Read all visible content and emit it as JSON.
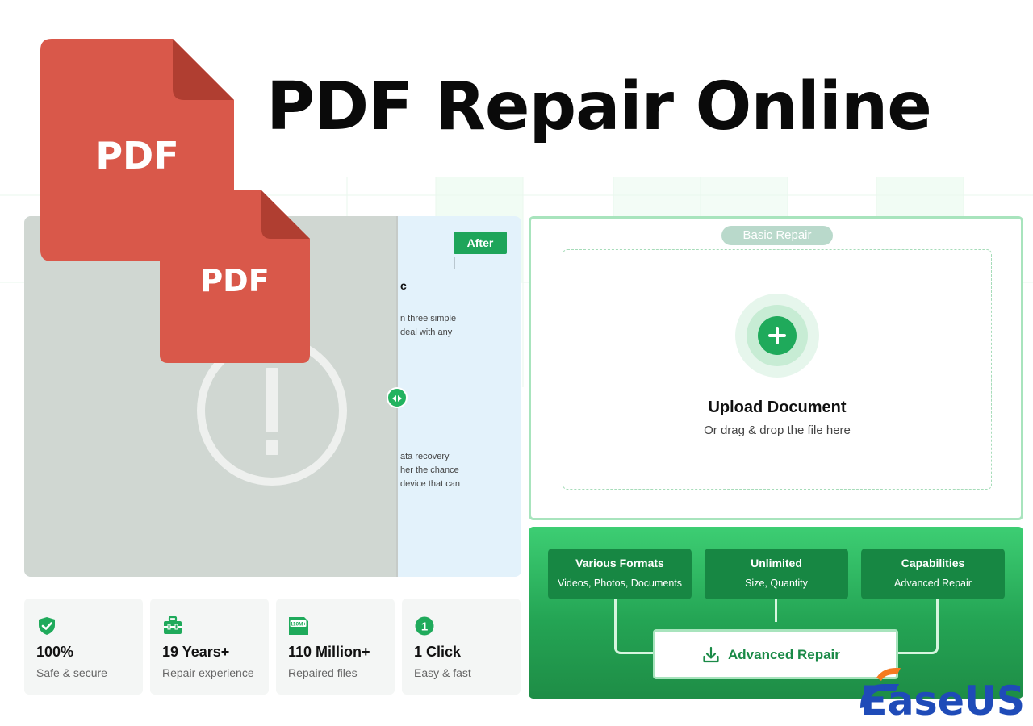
{
  "headline": "PDF Repair Online",
  "pdf_icons": {
    "large_label": "PDF",
    "small_label": "PDF"
  },
  "before_after": {
    "after_tag": "After",
    "after_heading": "c",
    "after_lines_top": [
      "n three simple",
      " deal with any"
    ],
    "after_lines_bottom": [
      "ata recovery",
      "her the chance",
      "device that can"
    ],
    "slider_icon": "arrows-horizontal-icon",
    "before_icon": "warning-exclamation-icon"
  },
  "upload": {
    "mode_tag": "Basic Repair",
    "title": "Upload Document",
    "subtitle": "Or drag & drop the file here"
  },
  "stats": [
    {
      "icon": "shield-check-icon",
      "value": "100%",
      "label": "Safe & secure"
    },
    {
      "icon": "toolbox-icon",
      "value": "19 Years+",
      "label": "Repair experience"
    },
    {
      "icon": "file-counter-icon",
      "icon_text": "110M+",
      "value": "110 Million+",
      "label": "Repaired files"
    },
    {
      "icon": "number-one-icon",
      "icon_text": "1",
      "value": "1 Click",
      "label": "Easy & fast"
    }
  ],
  "advanced": {
    "features": [
      {
        "title": "Various Formats",
        "subtitle": "Videos, Photos, Documents"
      },
      {
        "title": "Unlimited",
        "subtitle": "Size, Quantity"
      },
      {
        "title": "Capabilities",
        "subtitle": "Advanced Repair"
      }
    ],
    "button_label": "Advanced Repair"
  },
  "brand": {
    "logo_text": "EaseUS"
  },
  "colors": {
    "accent_green": "#1faa5b",
    "pdf_red": "#d9584a",
    "pdf_fold": "#b03e31",
    "logo_blue": "#1f4bb8",
    "logo_orange": "#f47a20"
  }
}
